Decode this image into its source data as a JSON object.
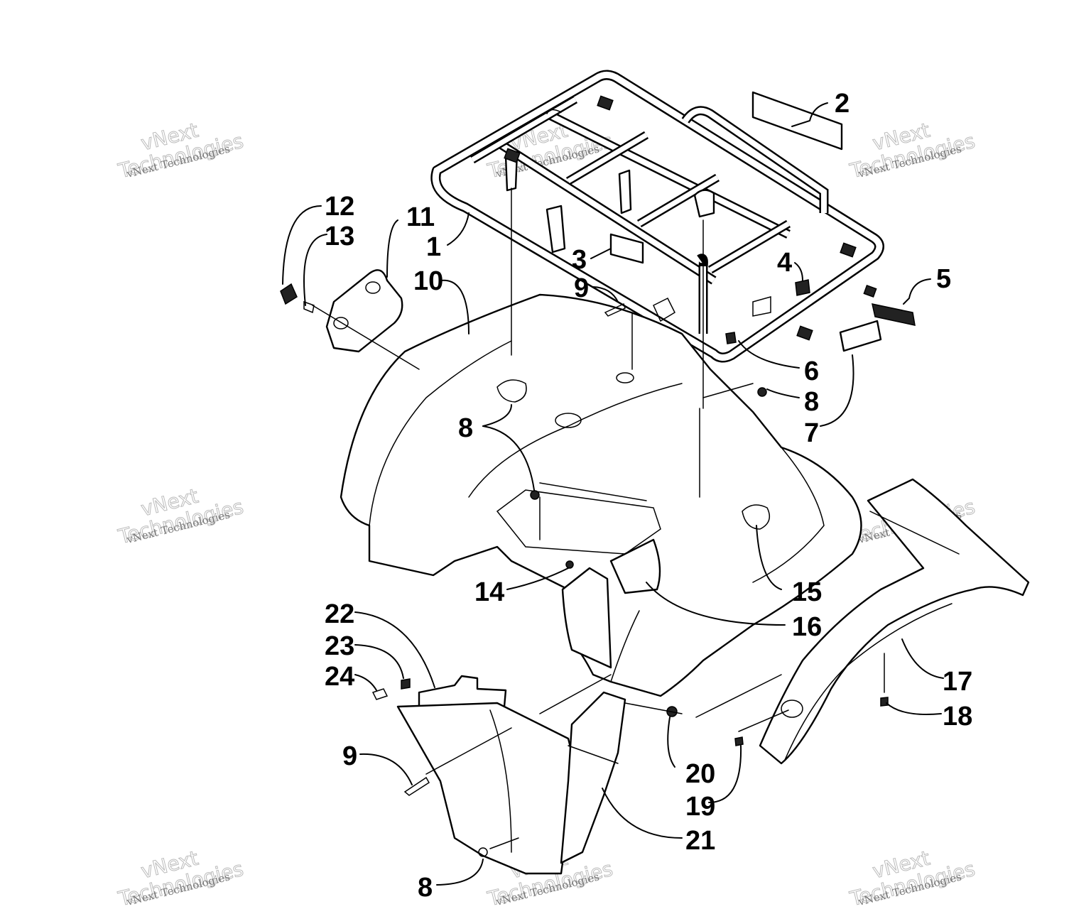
{
  "watermark": {
    "small": "vNext Technologies",
    "large": "vNext\nTechnologies"
  },
  "callouts": [
    "1",
    "2",
    "3",
    "4",
    "5",
    "6",
    "7",
    "8",
    "8",
    "8",
    "8",
    "9",
    "9",
    "10",
    "11",
    "12",
    "13",
    "14",
    "15",
    "16",
    "17",
    "18",
    "19",
    "20",
    "21",
    "22",
    "23",
    "24"
  ]
}
